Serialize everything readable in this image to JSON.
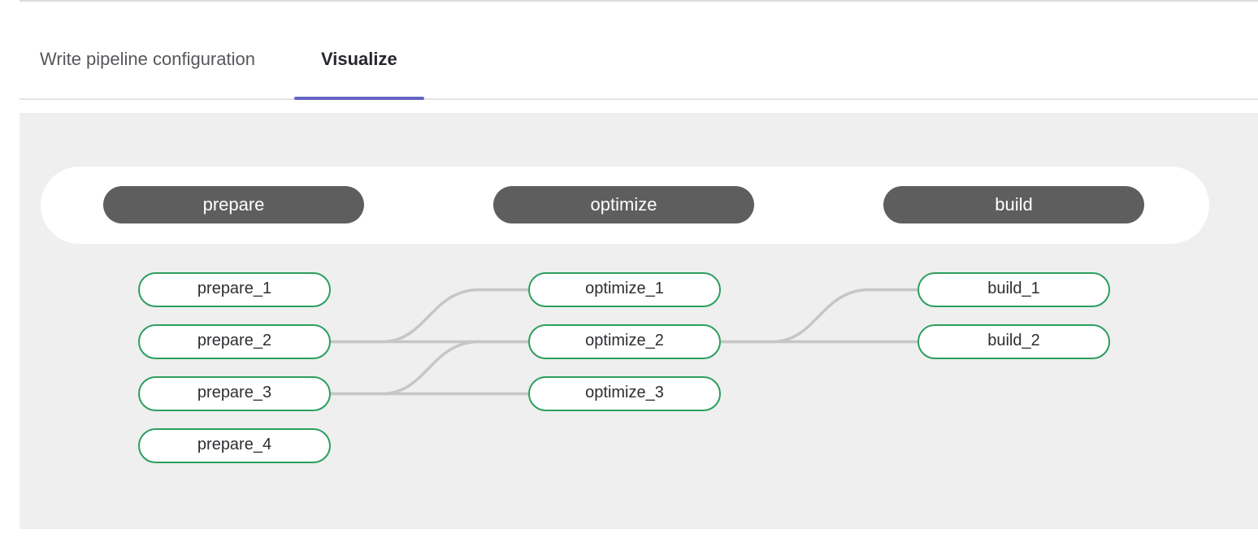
{
  "tabs": [
    {
      "label": "Write pipeline configuration",
      "active": false
    },
    {
      "label": "Visualize",
      "active": true
    }
  ],
  "graph": {
    "columns": [
      {
        "stage": "prepare",
        "jobs": [
          "prepare_1",
          "prepare_2",
          "prepare_3",
          "prepare_4"
        ]
      },
      {
        "stage": "optimize",
        "jobs": [
          "optimize_1",
          "optimize_2",
          "optimize_3"
        ]
      },
      {
        "stage": "build",
        "jobs": [
          "build_1",
          "build_2"
        ]
      }
    ],
    "edges": [
      {
        "from": "prepare_2",
        "to": "optimize_1"
      },
      {
        "from": "prepare_2",
        "to": "optimize_2"
      },
      {
        "from": "prepare_3",
        "to": "optimize_2"
      },
      {
        "from": "prepare_3",
        "to": "optimize_3"
      },
      {
        "from": "optimize_2",
        "to": "build_1"
      },
      {
        "from": "optimize_2",
        "to": "build_2"
      }
    ]
  },
  "colors": {
    "accent": "#6565c2",
    "job_border": "#2c9e5f",
    "stage_bg": "#5e5e5e",
    "link": "#c6c6c6",
    "panel_bg": "#efefef"
  }
}
